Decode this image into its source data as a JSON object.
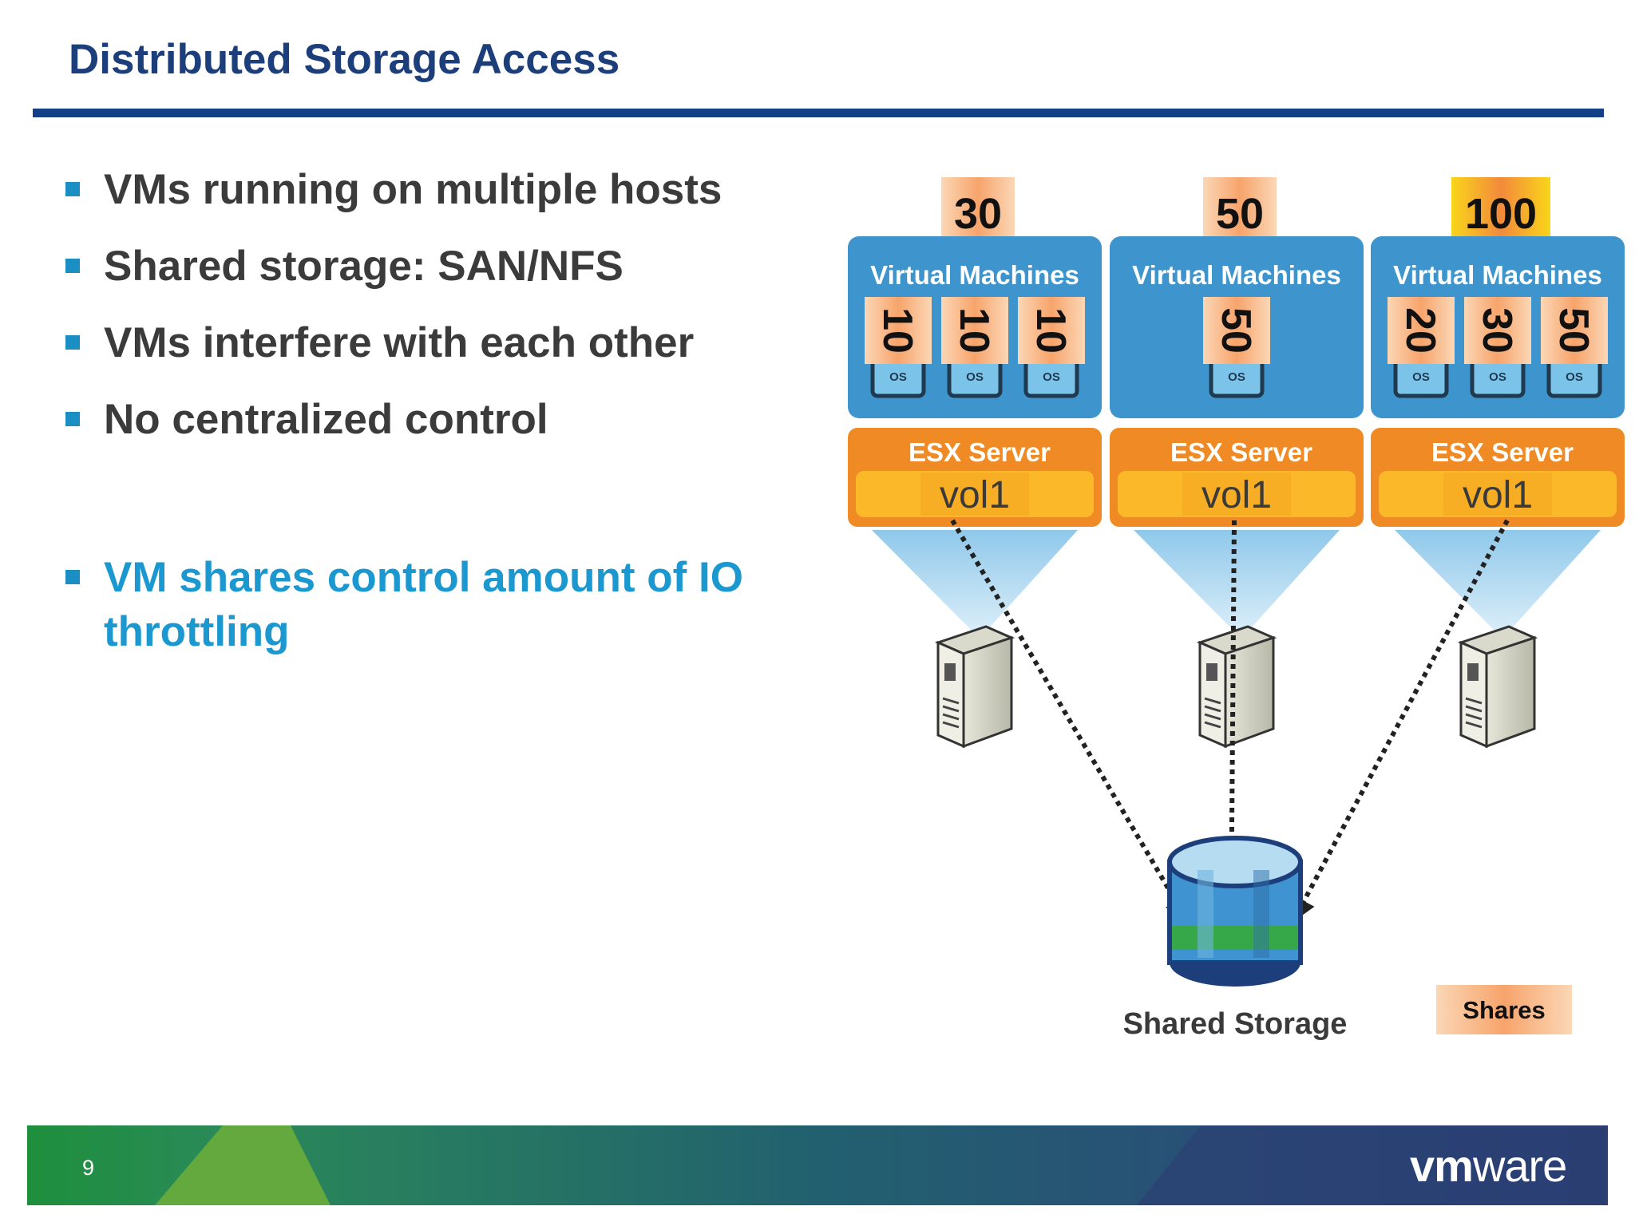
{
  "slide": {
    "title": "Distributed Storage Access",
    "page_number": "9",
    "logo": {
      "bold": "vm",
      "rest": "ware"
    }
  },
  "bullets": [
    "VMs running on multiple hosts",
    "Shared storage: SAN/NFS",
    "VMs interfere with each other",
    "No centralized control"
  ],
  "highlight_bullet": "VM shares control amount of IO throttling",
  "diagram": {
    "hosts": [
      {
        "total_shares": "30",
        "vm_panel_label": "Virtual Machines",
        "vm_shares": [
          "10",
          "10",
          "10"
        ],
        "os_labels": [
          "OS",
          "OS",
          "OS"
        ],
        "server_label": "ESX Server",
        "volume": "vol1"
      },
      {
        "total_shares": "50",
        "vm_panel_label": "Virtual Machines",
        "vm_shares": [
          "50"
        ],
        "os_labels": [
          "OS"
        ],
        "server_label": "ESX Server",
        "volume": "vol1"
      },
      {
        "total_shares": "100",
        "vm_panel_label": "Virtual Machines",
        "vm_shares": [
          "20",
          "30",
          "50"
        ],
        "os_labels": [
          "OS",
          "OS",
          "OS"
        ],
        "server_label": "ESX Server",
        "volume": "vol1"
      }
    ],
    "storage_label": "Shared Storage",
    "legend_label": "Shares"
  },
  "colors": {
    "title_blue": "#1c3f7c",
    "accent_blue": "#1a98cf",
    "vm_panel": "#3e95cd",
    "esx_orange": "#f08a24",
    "volume_yellow": "#fbb829",
    "share_box": "#f9c7a0",
    "highlight_yellow": "#f7e70f",
    "storage_green": "#36a84a"
  }
}
